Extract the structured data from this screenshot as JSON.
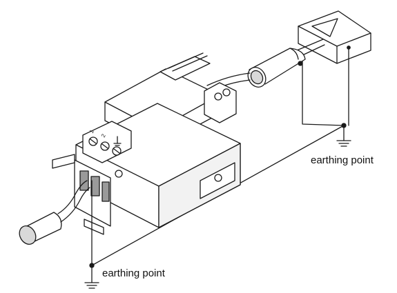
{
  "labels": {
    "earthing_right": "earthing point",
    "earthing_bottom": "earthing point"
  },
  "terminal_marks": [
    "1",
    "2"
  ],
  "colors": {
    "line": "#1a1a1a",
    "fill": "#ffffff",
    "shade": "#d9d9d9",
    "dark_shade": "#9a9a9a"
  }
}
